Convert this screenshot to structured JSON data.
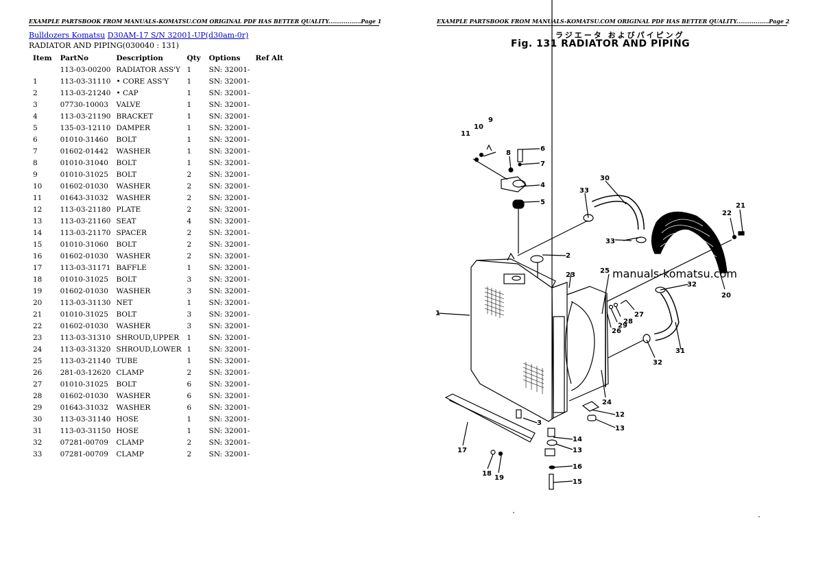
{
  "left_page": {
    "header": "EXAMPLE PARTSBOOK FROM MANUALS-KOMATSU.COM ORIGINAL PDF HAS BETTER QUALITY.................Page 1",
    "breadcrumb": {
      "link1": "Bulldozers Komatsu",
      "link2": "D30AM-17 S/N 32001-UP(d30am-0r)"
    },
    "subtitle": "RADIATOR AND PIPING(030040 : 131)",
    "table": {
      "columns": [
        "Item",
        "PartNo",
        "Description",
        "Qty",
        "Options",
        "Ref Alt"
      ],
      "rows": [
        {
          "item": "",
          "part": "113-03-00200",
          "desc": "RADIATOR ASS'Y",
          "qty": "1",
          "opt": "SN: 32001-"
        },
        {
          "item": "1",
          "part": "113-03-31110",
          "desc": "• CORE ASS'Y",
          "qty": "1",
          "opt": "SN: 32001-"
        },
        {
          "item": "2",
          "part": "113-03-21240",
          "desc": "• CAP",
          "qty": "1",
          "opt": "SN: 32001-"
        },
        {
          "item": "3",
          "part": "07730-10003",
          "desc": "VALVE",
          "qty": "1",
          "opt": "SN: 32001-"
        },
        {
          "item": "4",
          "part": "113-03-21190",
          "desc": "BRACKET",
          "qty": "1",
          "opt": "SN: 32001-"
        },
        {
          "item": "5",
          "part": "135-03-12110",
          "desc": "DAMPER",
          "qty": "1",
          "opt": "SN: 32001-"
        },
        {
          "item": "6",
          "part": "01010-31460",
          "desc": "BOLT",
          "qty": "1",
          "opt": "SN: 32001-"
        },
        {
          "item": "7",
          "part": "01602-01442",
          "desc": "WASHER",
          "qty": "1",
          "opt": "SN: 32001-"
        },
        {
          "item": "8",
          "part": "01010-31040",
          "desc": "BOLT",
          "qty": "1",
          "opt": "SN: 32001-"
        },
        {
          "item": "9",
          "part": "01010-31025",
          "desc": "BOLT",
          "qty": "2",
          "opt": "SN: 32001-"
        },
        {
          "item": "10",
          "part": "01602-01030",
          "desc": "WASHER",
          "qty": "2",
          "opt": "SN: 32001-"
        },
        {
          "item": "11",
          "part": "01643-31032",
          "desc": "WASHER",
          "qty": "2",
          "opt": "SN: 32001-"
        },
        {
          "item": "12",
          "part": "113-03-21180",
          "desc": "PLATE",
          "qty": "2",
          "opt": "SN: 32001-"
        },
        {
          "item": "13",
          "part": "113-03-21160",
          "desc": "SEAT",
          "qty": "4",
          "opt": "SN: 32001-"
        },
        {
          "item": "14",
          "part": "113-03-21170",
          "desc": "SPACER",
          "qty": "2",
          "opt": "SN: 32001-"
        },
        {
          "item": "15",
          "part": "01010-31060",
          "desc": "BOLT",
          "qty": "2",
          "opt": "SN: 32001-"
        },
        {
          "item": "16",
          "part": "01602-01030",
          "desc": "WASHER",
          "qty": "2",
          "opt": "SN: 32001-"
        },
        {
          "item": "17",
          "part": "113-03-31171",
          "desc": "BAFFLE",
          "qty": "1",
          "opt": "SN: 32001-"
        },
        {
          "item": "18",
          "part": "01010-31025",
          "desc": "BOLT",
          "qty": "3",
          "opt": "SN: 32001-"
        },
        {
          "item": "19",
          "part": "01602-01030",
          "desc": "WASHER",
          "qty": "3",
          "opt": "SN: 32001-"
        },
        {
          "item": "20",
          "part": "113-03-31130",
          "desc": "NET",
          "qty": "1",
          "opt": "SN: 32001-"
        },
        {
          "item": "21",
          "part": "01010-31025",
          "desc": "BOLT",
          "qty": "3",
          "opt": "SN: 32001-"
        },
        {
          "item": "22",
          "part": "01602-01030",
          "desc": "WASHER",
          "qty": "3",
          "opt": "SN: 32001-"
        },
        {
          "item": "23",
          "part": "113-03-31310",
          "desc": "SHROUD,UPPER",
          "qty": "1",
          "opt": "SN: 32001-"
        },
        {
          "item": "24",
          "part": "113-03-31320",
          "desc": "SHROUD,LOWER",
          "qty": "1",
          "opt": "SN: 32001-"
        },
        {
          "item": "25",
          "part": "113-03-21140",
          "desc": "TUBE",
          "qty": "1",
          "opt": "SN: 32001-"
        },
        {
          "item": "26",
          "part": "281-03-12620",
          "desc": "CLAMP",
          "qty": "2",
          "opt": "SN: 32001-"
        },
        {
          "item": "27",
          "part": "01010-31025",
          "desc": "BOLT",
          "qty": "6",
          "opt": "SN: 32001-"
        },
        {
          "item": "28",
          "part": "01602-01030",
          "desc": "WASHER",
          "qty": "6",
          "opt": "SN: 32001-"
        },
        {
          "item": "29",
          "part": "01643-31032",
          "desc": "WASHER",
          "qty": "6",
          "opt": "SN: 32001-"
        },
        {
          "item": "30",
          "part": "113-03-31140",
          "desc": "HOSE",
          "qty": "1",
          "opt": "SN: 32001-"
        },
        {
          "item": "31",
          "part": "113-03-31150",
          "desc": "HOSE",
          "qty": "1",
          "opt": "SN: 32001-"
        },
        {
          "item": "32",
          "part": "07281-00709",
          "desc": "CLAMP",
          "qty": "2",
          "opt": "SN: 32001-"
        },
        {
          "item": "33",
          "part": "07281-00709",
          "desc": "CLAMP",
          "qty": "2",
          "opt": "SN: 32001-"
        }
      ]
    }
  },
  "right_page": {
    "header": "EXAMPLE PARTSBOOK FROM MANUALS-KOMATSU.COM ORIGINAL PDF HAS BETTER QUALITY.................Page 2",
    "figure_title_jp": "ラジエータ およびパイピング",
    "figure_title": "Fig. 131 RADIATOR AND PIPING",
    "watermark": "manuals-komatsu.com",
    "callouts": [
      "1",
      "2",
      "3",
      "4",
      "5",
      "6",
      "7",
      "8",
      "9",
      "10",
      "11",
      "12",
      "13",
      "13",
      "14",
      "15",
      "16",
      "17",
      "18",
      "19",
      "20",
      "21",
      "22",
      "23",
      "24",
      "25",
      "26",
      "27",
      "28",
      "29",
      "30",
      "31",
      "32",
      "32",
      "33",
      "33"
    ]
  },
  "colors": {
    "link": "#0000cc",
    "text": "#000000",
    "background": "#ffffff"
  }
}
